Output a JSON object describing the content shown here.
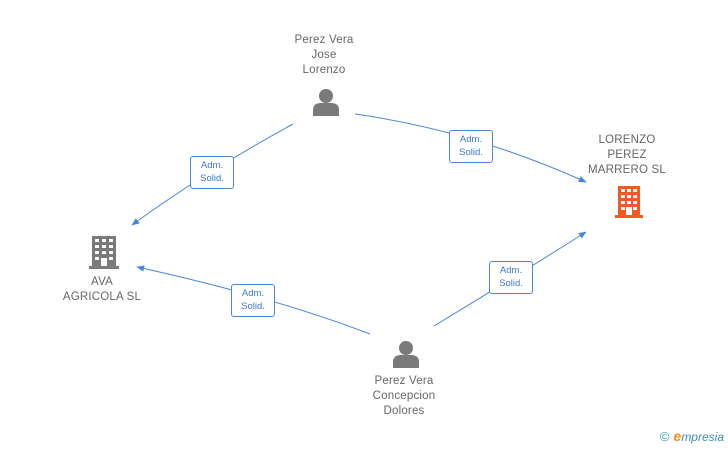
{
  "nodes": {
    "perez_vera_jose_lorenzo": {
      "type": "person",
      "lines": [
        "Perez Vera",
        "Jose",
        "Lorenzo"
      ]
    },
    "lorenzo_perez_marrero": {
      "type": "company",
      "highlight": true,
      "lines": [
        "LORENZO",
        "PEREZ",
        "MARRERO SL"
      ]
    },
    "ava_agricola": {
      "type": "company",
      "highlight": false,
      "lines": [
        "AVA",
        "AGRICOLA SL"
      ]
    },
    "perez_vera_concepcion_dolores": {
      "type": "person",
      "lines": [
        "Perez Vera",
        "Concepcion",
        "Dolores"
      ]
    }
  },
  "edges": [
    {
      "from": "perez_vera_jose_lorenzo",
      "to": "ava_agricola",
      "label": [
        "Adm.",
        "Solid."
      ]
    },
    {
      "from": "perez_vera_jose_lorenzo",
      "to": "lorenzo_perez_marrero",
      "label": [
        "Adm.",
        "Solid."
      ]
    },
    {
      "from": "perez_vera_concepcion_dolores",
      "to": "ava_agricola",
      "label": [
        "Adm.",
        "Solid."
      ]
    },
    {
      "from": "perez_vera_concepcion_dolores",
      "to": "lorenzo_perez_marrero",
      "label": [
        "Adm.",
        "Solid."
      ]
    }
  ],
  "colors": {
    "edge": "#4a87d6",
    "person_icon": "#7a7a7a",
    "company_icon": "#7a7a7a",
    "company_icon_highlight": "#f05a28"
  },
  "footer": {
    "copyright": "©",
    "brand_first": "e",
    "brand_rest": "mpresia"
  }
}
